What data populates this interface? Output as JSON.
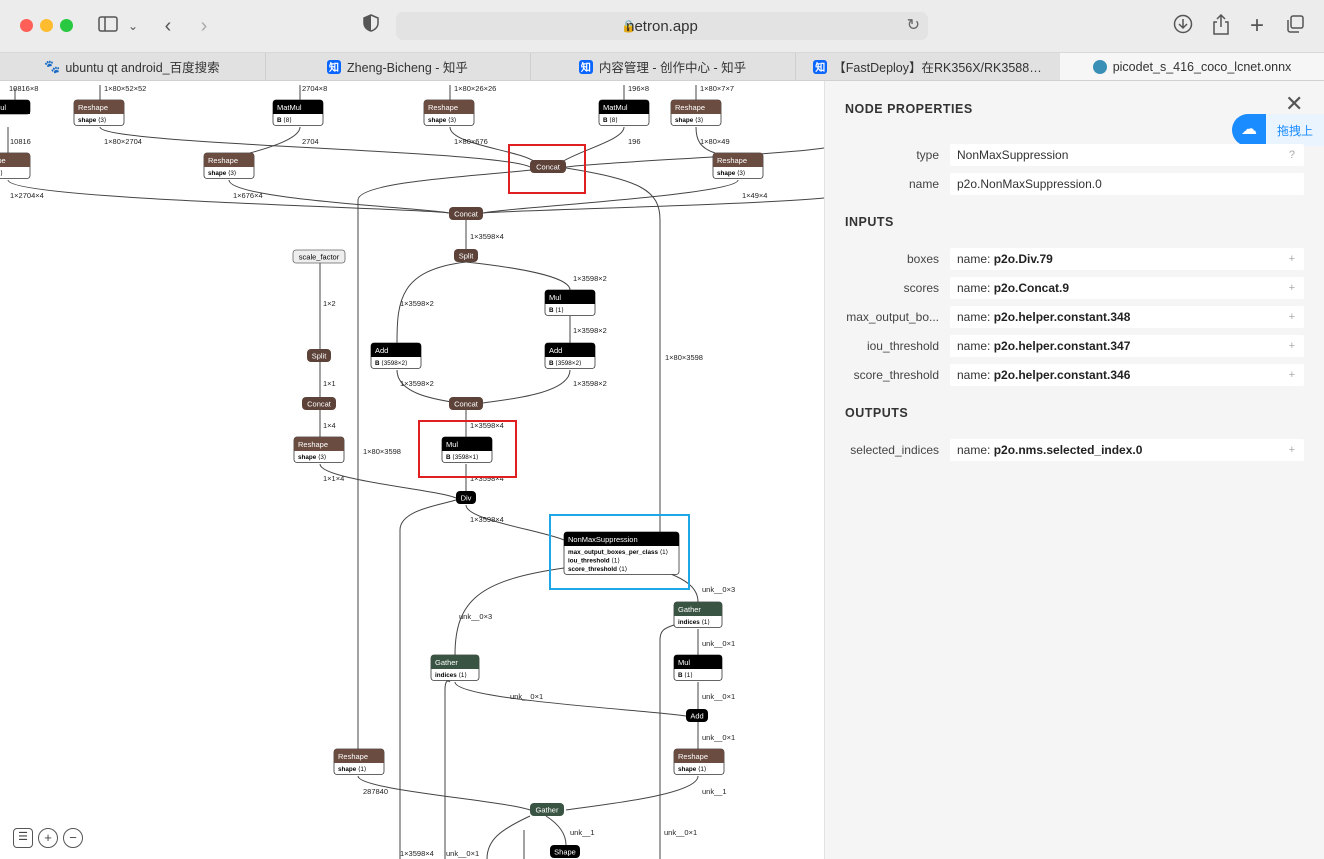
{
  "browser": {
    "url": "netron.app",
    "tabs": [
      {
        "label": "ubuntu qt android_百度搜索",
        "icon": "baidu-icon"
      },
      {
        "label": "Zheng-Bicheng - 知乎",
        "icon": "zhihu-icon"
      },
      {
        "label": "内容管理 - 创作中心 - 知乎",
        "icon": "zhihu-icon"
      },
      {
        "label": "【FastDeploy】在RK356X/RK3588…",
        "icon": "zhihu-icon"
      },
      {
        "label": "picodet_s_416_coco_lcnet.onnx",
        "icon": "netron-icon"
      }
    ],
    "zhihu_glyph": "知"
  },
  "panel": {
    "title": "NODE PROPERTIES",
    "close_glyph": "✕",
    "type_label": "type",
    "type_value": "NonMaxSuppression",
    "type_hint": "?",
    "name_label": "name",
    "name_value": "p2o.NonMaxSuppression.0",
    "inputs_title": "INPUTS",
    "inputs": [
      {
        "label": "boxes",
        "prefix": "name: ",
        "value": "p2o.Div.79"
      },
      {
        "label": "scores",
        "prefix": "name: ",
        "value": "p2o.Concat.9"
      },
      {
        "label": "max_output_bo...",
        "prefix": "name: ",
        "value": "p2o.helper.constant.348"
      },
      {
        "label": "iou_threshold",
        "prefix": "name: ",
        "value": "p2o.helper.constant.347"
      },
      {
        "label": "score_threshold",
        "prefix": "name: ",
        "value": "p2o.helper.constant.346"
      }
    ],
    "outputs_title": "OUTPUTS",
    "outputs": [
      {
        "label": "selected_indices",
        "prefix": "name: ",
        "value": "p2o.nms.selected_index.0"
      }
    ],
    "expand_glyph": "+",
    "cloud_label": "拖拽上"
  },
  "graph": {
    "nodes": [
      {
        "id": "mm_left",
        "title": "Mul",
        "kind": "black",
        "attrs": []
      },
      {
        "id": "rs_a",
        "title": "Reshape",
        "kind": "brown",
        "attrs": [
          [
            "shape",
            "⟨3⟩"
          ]
        ]
      },
      {
        "id": "mm_b",
        "title": "MatMul",
        "kind": "black",
        "attrs": [
          [
            "B",
            "⟨8⟩"
          ]
        ]
      },
      {
        "id": "rs_c",
        "title": "Reshape",
        "kind": "brown",
        "attrs": [
          [
            "shape",
            "⟨3⟩"
          ]
        ]
      },
      {
        "id": "mm_d",
        "title": "MatMul",
        "kind": "black",
        "attrs": [
          [
            "B",
            "⟨8⟩"
          ]
        ]
      },
      {
        "id": "rs_e",
        "title": "Reshape",
        "kind": "brown",
        "attrs": [
          [
            "shape",
            "⟨3⟩"
          ]
        ]
      },
      {
        "id": "rs_left2",
        "title": "hape",
        "kind": "brown",
        "attrs": [
          [
            "e",
            "⟨3⟩"
          ]
        ]
      },
      {
        "id": "rs_f",
        "title": "Reshape",
        "kind": "brown",
        "attrs": [
          [
            "shape",
            "⟨3⟩"
          ]
        ]
      },
      {
        "id": "rs_g",
        "title": "Reshape",
        "kind": "brown",
        "attrs": [
          [
            "shape",
            "⟨3⟩"
          ]
        ]
      },
      {
        "id": "concat1",
        "title": "Concat",
        "kind": "brownpill"
      },
      {
        "id": "concat2",
        "title": "Concat",
        "kind": "brownpill"
      },
      {
        "id": "split1",
        "title": "Split",
        "kind": "brownpill"
      },
      {
        "id": "scale",
        "title": "scale_factor",
        "kind": "input"
      },
      {
        "id": "mul1",
        "title": "Mul",
        "kind": "black",
        "attrs": [
          [
            "B",
            "⟨1⟩"
          ]
        ]
      },
      {
        "id": "add1",
        "title": "Add",
        "kind": "black",
        "attrs": [
          [
            "B",
            "⟨3598×2⟩"
          ]
        ]
      },
      {
        "id": "add2",
        "title": "Add",
        "kind": "black",
        "attrs": [
          [
            "B",
            "⟨3598×2⟩"
          ]
        ]
      },
      {
        "id": "split2",
        "title": "Split",
        "kind": "brownpill"
      },
      {
        "id": "concat3",
        "title": "Concat",
        "kind": "brownpill"
      },
      {
        "id": "concat4",
        "title": "Concat",
        "kind": "brownpill"
      },
      {
        "id": "rs_h",
        "title": "Reshape",
        "kind": "brown",
        "attrs": [
          [
            "shape",
            "⟨3⟩"
          ]
        ]
      },
      {
        "id": "mul2",
        "title": "Mul",
        "kind": "black",
        "attrs": [
          [
            "B",
            "⟨3598×1⟩"
          ]
        ]
      },
      {
        "id": "div",
        "title": "Div",
        "kind": "blackpill"
      },
      {
        "id": "nms",
        "title": "NonMaxSuppression",
        "kind": "black",
        "attrs": [
          [
            "max_output_boxes_per_class",
            "⟨1⟩"
          ],
          [
            "iou_threshold",
            "⟨1⟩"
          ],
          [
            "score_threshold",
            "⟨1⟩"
          ]
        ]
      },
      {
        "id": "gather1",
        "title": "Gather",
        "kind": "green",
        "attrs": [
          [
            "indices",
            "⟨1⟩"
          ]
        ]
      },
      {
        "id": "gather2",
        "title": "Gather",
        "kind": "green",
        "attrs": [
          [
            "indices",
            "⟨1⟩"
          ]
        ]
      },
      {
        "id": "mul3",
        "title": "Mul",
        "kind": "black",
        "attrs": [
          [
            "B",
            "⟨1⟩"
          ]
        ]
      },
      {
        "id": "add3",
        "title": "Add",
        "kind": "blackpill"
      },
      {
        "id": "rs_i",
        "title": "Reshape",
        "kind": "brown",
        "attrs": [
          [
            "shape",
            "⟨1⟩"
          ]
        ]
      },
      {
        "id": "rs_j",
        "title": "Reshape",
        "kind": "brown",
        "attrs": [
          [
            "shape",
            "⟨1⟩"
          ]
        ]
      },
      {
        "id": "gather3",
        "title": "Gather",
        "kind": "greenpill"
      },
      {
        "id": "shape",
        "title": "Shape",
        "kind": "blackpill"
      }
    ],
    "edge_labels": [
      "10816×8",
      "1×80×52×52",
      "2704×8",
      "1×80×26×26",
      "196×8",
      "1×80×7×7",
      "10816",
      "1×80×2704",
      "2704",
      "1×80×676",
      "196",
      "1×80×49",
      "1×2704×4",
      "1×676×4",
      "1×49×4",
      "1×3598×4",
      "1×3598×2",
      "1×3598×2",
      "1×2",
      "1×3598×2",
      "1×3598×2",
      "1×3598×2",
      "1×1",
      "1×4",
      "1×3598×4",
      "1×80×3598",
      "1×80×3598",
      "1×1×4",
      "1×3598×4",
      "1×3598×4",
      "unk__0×3",
      "unk__0×3",
      "unk__0×1",
      "unk__0×1",
      "unk__0×1",
      "unk__0×1",
      "287840",
      "unk__1",
      "unk__1",
      "unk__0×1",
      "1×3598×4",
      "unk__0×1"
    ],
    "zoom_controls": [
      "list-icon",
      "zoom-in-icon",
      "zoom-out-icon"
    ]
  }
}
